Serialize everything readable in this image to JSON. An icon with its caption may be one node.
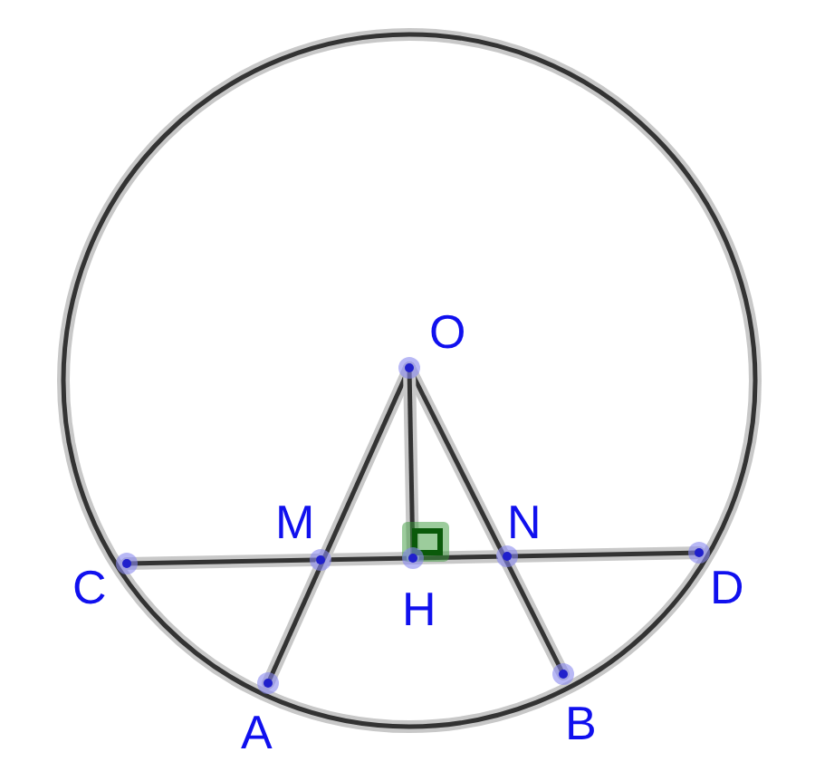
{
  "diagram": {
    "labels": [
      "O",
      "M",
      "N",
      "C",
      "D",
      "H",
      "B",
      "A"
    ]
  }
}
